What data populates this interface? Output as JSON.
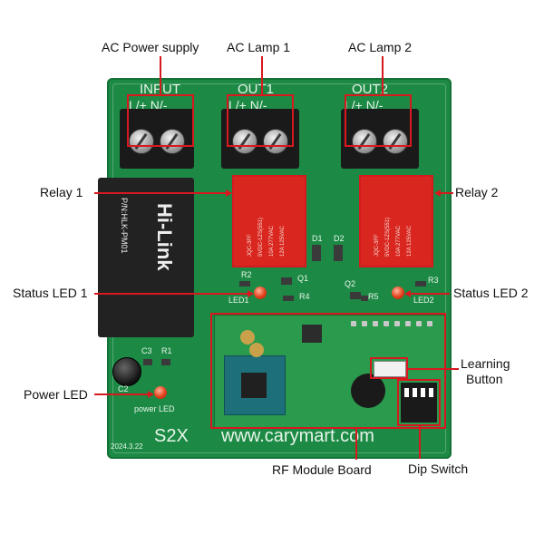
{
  "callouts": {
    "ac_power_supply": "AC Power supply",
    "ac_lamp_1": "AC Lamp 1",
    "ac_lamp_2": "AC Lamp 2",
    "relay_1": "Relay 1",
    "relay_2": "Relay 2",
    "status_led_1": "Status LED 1",
    "status_led_2": "Status LED 2",
    "power_led": "Power LED",
    "learning_button_line1": "Learning",
    "learning_button_line2": "Button",
    "rf_module_board": "RF Module Board",
    "dip_switch": "Dip Switch"
  },
  "silkscreen": {
    "input": "INPUT",
    "out1": "OUT1",
    "out2": "OUT2",
    "terminal_pins": "L/+ N/-",
    "relay_ref_1": "R2",
    "relay_ref_2": "R3",
    "q1": "Q1",
    "q2": "Q2",
    "d1": "D1",
    "d2": "D2",
    "r4": "R4",
    "r5": "R5",
    "led1": "LED1",
    "led2": "LED2",
    "c3": "C3",
    "r1": "R1",
    "c2": "C2",
    "power_led_text": "power LED",
    "model": "S2X",
    "website": "www.carymart.com",
    "date": "2024.3.22",
    "psu_brand": "Hi-Link",
    "psu_model": "P/N:HLK-PM01",
    "relay_model": "JQC-3FF",
    "relay_spec": "5VDC-1ZS(551)",
    "relay_rating_1": "10A 277VAC",
    "relay_rating_2": "12A 125VAC"
  },
  "colors": {
    "pcb": "#1c8a45",
    "callout": "#d7191f",
    "relay": "#d9271f",
    "terminal": "#1a1a1a"
  }
}
